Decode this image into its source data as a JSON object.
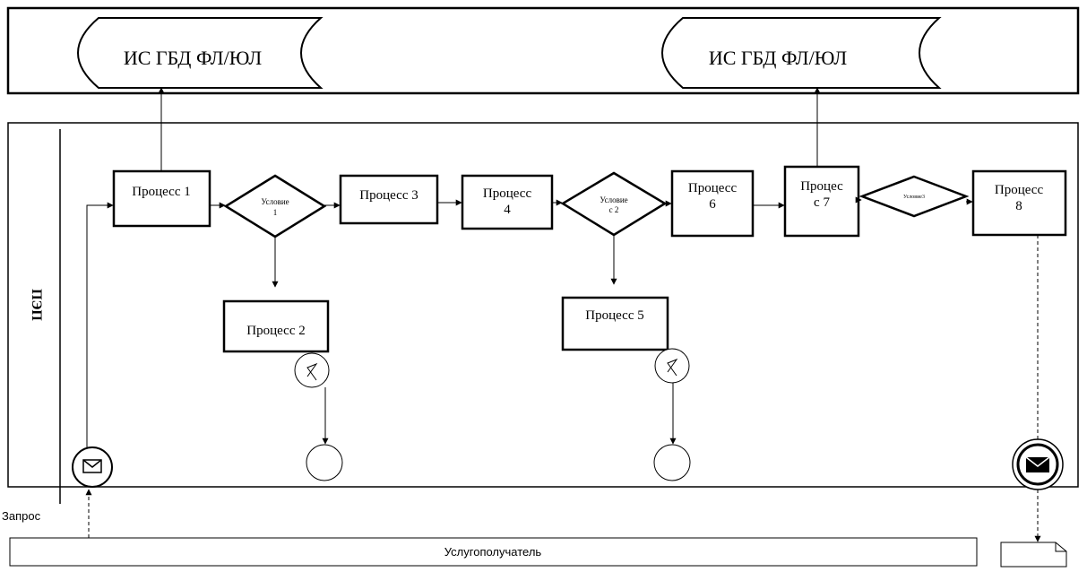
{
  "systems": [
    {
      "label": "ИС ГБД ФЛ/ЮЛ"
    },
    {
      "label": "ИС ГБД ФЛ/ЮЛ"
    }
  ],
  "lane": {
    "label": "ПЭП"
  },
  "processes": {
    "p1": [
      "Процесс 1"
    ],
    "p2": [
      "Процесс 2"
    ],
    "p3": [
      "Процесс 3"
    ],
    "p4": [
      "Процесс",
      "4"
    ],
    "p5": [
      "Процесс 5"
    ],
    "p6": [
      "Процесс",
      "6"
    ],
    "p7": [
      "Процес",
      "с 7"
    ],
    "p8": [
      "Процесс",
      "8"
    ]
  },
  "conditions": {
    "c1": [
      "Условие",
      "1"
    ],
    "c2": [
      "Условие",
      "с 2"
    ],
    "c3": [
      "Условие3"
    ]
  },
  "request_label": "Запрос",
  "recipient_label": "Услугополучатель"
}
